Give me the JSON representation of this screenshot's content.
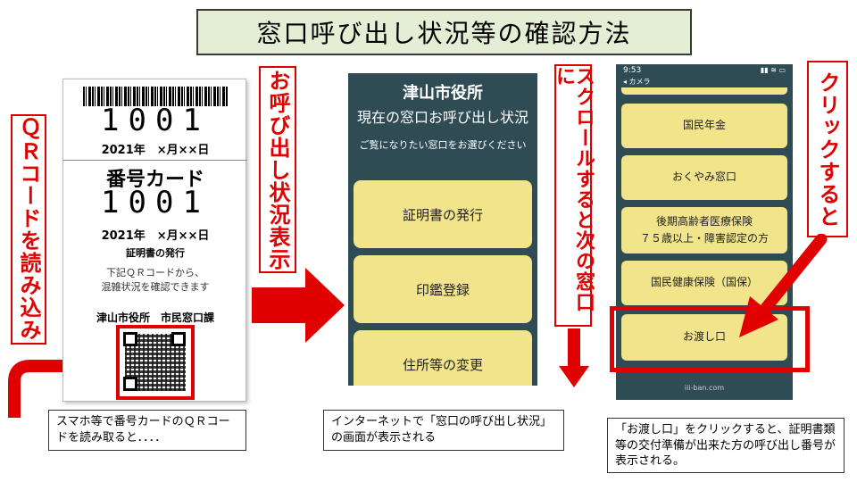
{
  "title": "窓口呼び出し状況等の確認方法",
  "labels": {
    "qr_read": "ＱＲコードを読み込み",
    "status_display": "お呼び出し状況表示",
    "scroll_next": "スクロールすると次の窓口に",
    "click": "クリックすると"
  },
  "ticket": {
    "number_top": "1001",
    "date_top": "2021年　×月××日",
    "card_title": "番号カード",
    "number_main": "1001",
    "date_main": "2021年　×月××日",
    "service": "証明書の発行",
    "note_line1": "下記ＱＲコードから、",
    "note_line2": "混雑状況を確認できます",
    "office": "津山市役所　市民窓口課"
  },
  "phone1": {
    "city": "津山市役所",
    "heading": "現在の窓口お呼び出し状況",
    "prompt": "ご覧になりたい窓口をお選びください",
    "buttons": [
      "証明書の発行",
      "印鑑登録",
      "住所等の変更"
    ]
  },
  "phone2": {
    "time": "9:53",
    "back_label": "◂ カメラ",
    "status_icons": "▮▮ ≋ ▭",
    "buttons": {
      "pension": "国民年金",
      "condolence": "おくやみ窓口",
      "elderly_line1": "後期高齢者医療保険",
      "elderly_line2": "７５歳以上・障害認定の方",
      "health_insurance": "国民健康保険（国保）",
      "handover": "お渡し口"
    },
    "footer_url": "iii-ban.com"
  },
  "captions": {
    "step1": "スマホ等で番号カードのＱＲコードを読み取ると．．．．",
    "step2": "インターネットで「窓口の呼び出し状況」の画面が表示される",
    "step3": "「お渡し口」をクリックすると、証明書類等の交付準備が出来た方の呼び出し番号が表示される。"
  },
  "colors": {
    "accent_red": "#e00000",
    "title_bg": "#e3eed5",
    "phone_bg": "#2f4c55",
    "button_yellow": "#f1e48b"
  }
}
